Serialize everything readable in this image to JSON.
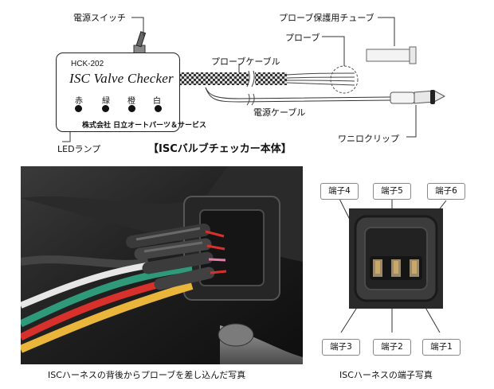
{
  "diagram": {
    "power_switch_label": "電源スイッチ",
    "probe_tube_label": "プローブ保護用チューブ",
    "probe_label": "プローブ",
    "probe_cable_label": "プローブケーブル",
    "power_cable_label": "電源ケーブル",
    "alligator_clip_label": "ワニロクリップ",
    "led_lamp_label": "LEDランプ",
    "device": {
      "model": "HCK-202",
      "product_name": "ISC Valve Checker",
      "maker": "株式会社 日立オートパーツ＆サービス",
      "leds": [
        {
          "label": "赤"
        },
        {
          "label": "緑"
        },
        {
          "label": "橙"
        },
        {
          "label": "白"
        }
      ]
    },
    "heading": "【ISCバルブチェッカー本体】"
  },
  "photos": {
    "photo1_caption": "ISCハーネスの背後からプローブを差し込んだ写真",
    "photo2_caption": "ISCハーネスの端子写真",
    "terminals": {
      "t1": "端子1",
      "t2": "端子2",
      "t3": "端子3",
      "t4": "端子4",
      "t5": "端子5",
      "t6": "端子6"
    }
  },
  "colors": {
    "wire_red": "#d8312c",
    "wire_green": "#2f9a7a",
    "wire_yellow": "#e9b53a",
    "wire_white": "#e6e6e6",
    "heatshrink": "#3a3a3a"
  }
}
